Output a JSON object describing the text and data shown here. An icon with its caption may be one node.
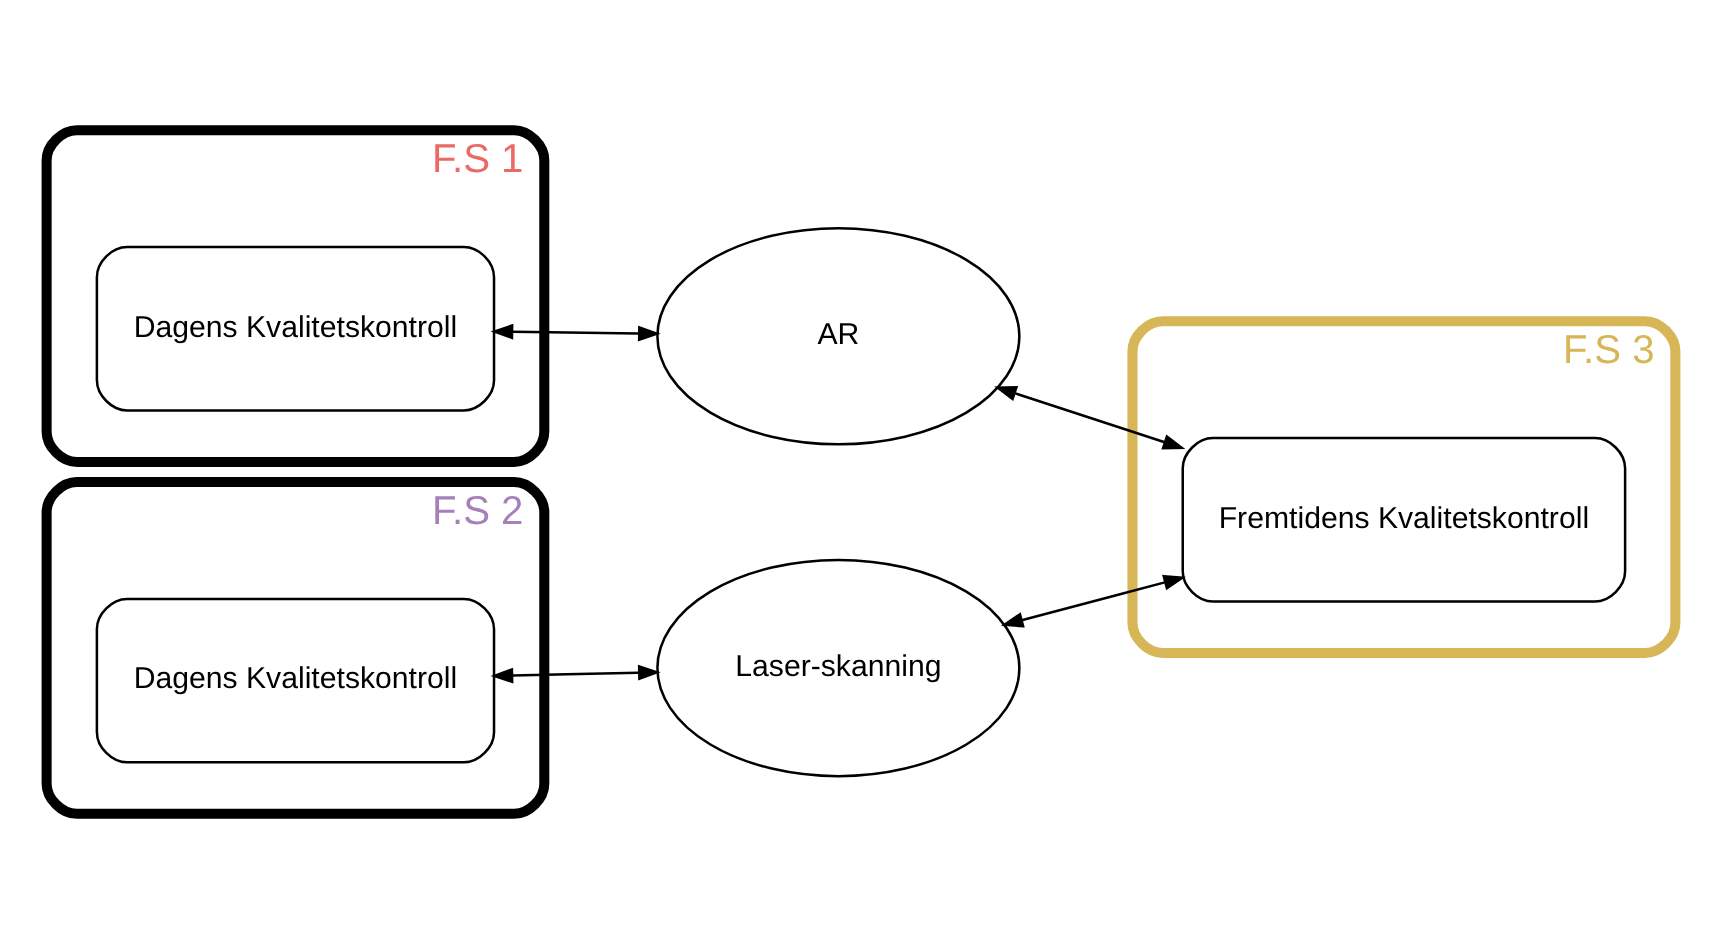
{
  "diagram": {
    "nodes": [
      {
        "text": [
          "F.S 1"
        ]
      },
      {
        "text": [
          "Dagens Kvalitetskontroll"
        ],
        "in": 0
      },
      {
        "text": [
          "AR"
        ]
      },
      {
        "text": [
          "F.S 3"
        ]
      },
      {
        "text": [
          "Fremtidens Kvalitetskontroll"
        ],
        "in": 3
      },
      {
        "text": [
          "F.S 2"
        ]
      },
      {
        "text": [
          "Dagens Kvalitetskontroll"
        ],
        "in": 5
      },
      {
        "text": [
          "Laser-skanning"
        ]
      }
    ],
    "edges": [
      {
        "from": 1,
        "to": 2,
        "arrow": "both"
      },
      {
        "from": 2,
        "to": 4,
        "arrow": "both"
      },
      {
        "from": 6,
        "to": 7,
        "arrow": "both"
      },
      {
        "from": 7,
        "to": 4,
        "arrow": "both"
      }
    ]
  }
}
